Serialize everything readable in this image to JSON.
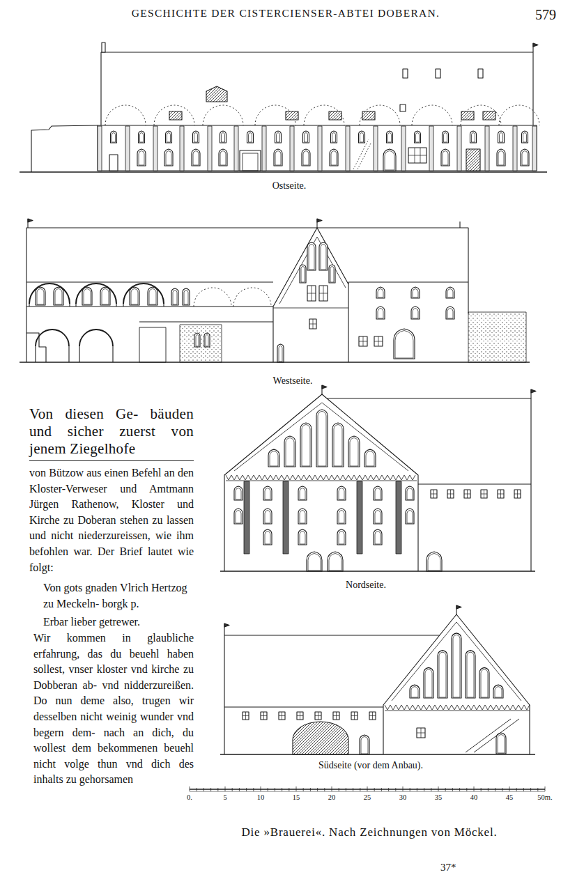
{
  "diagram": {
    "title": "GESCHICHTE DER CISTERCIENSER-ABTEI DOBERAN.",
    "caption": "Die »Brauerei«. Nach Zeichnungen von Möckel.",
    "labels": [
      "579",
      "Ostseite.",
      "Westseite.",
      "Von diesen Ge- bäuden und sicher zuerst von jenem Ziegelhofe",
      "Nordseite.",
      "von Bützow aus einen Befehl an den Kloster-Verweser und Amtmann Jürgen Rathenow, Kloster und Kirche zu Doberan stehen zu lassen und nicht niederzureissen, wie ihm befohlen war. Der Brief lautet wie folgt:",
      "Von gots gnaden Vlrich Hertzog zu Meckeln- borgk p.",
      "Erbar lieber getrewer.",
      "Wir kommen in glaubliche erfahrung, das du beuehl haben sollest, vnser kloster vnd kirche zu Dobberan ab- vnd nidderzureißen. Do nun deme also, trugen wir desselben nicht weinig wunder vnd begern dem- nach an dich, du wollest dem bekommenen beuehl nicht volge thun vnd dich des inhalts zu gehorsamen",
      "Südseite (vor dem Anbau).",
      "0.",
      "5",
      "10",
      "15",
      "20",
      "25",
      "30",
      "35",
      "40",
      "45",
      "50m.",
      "37*"
    ]
  }
}
